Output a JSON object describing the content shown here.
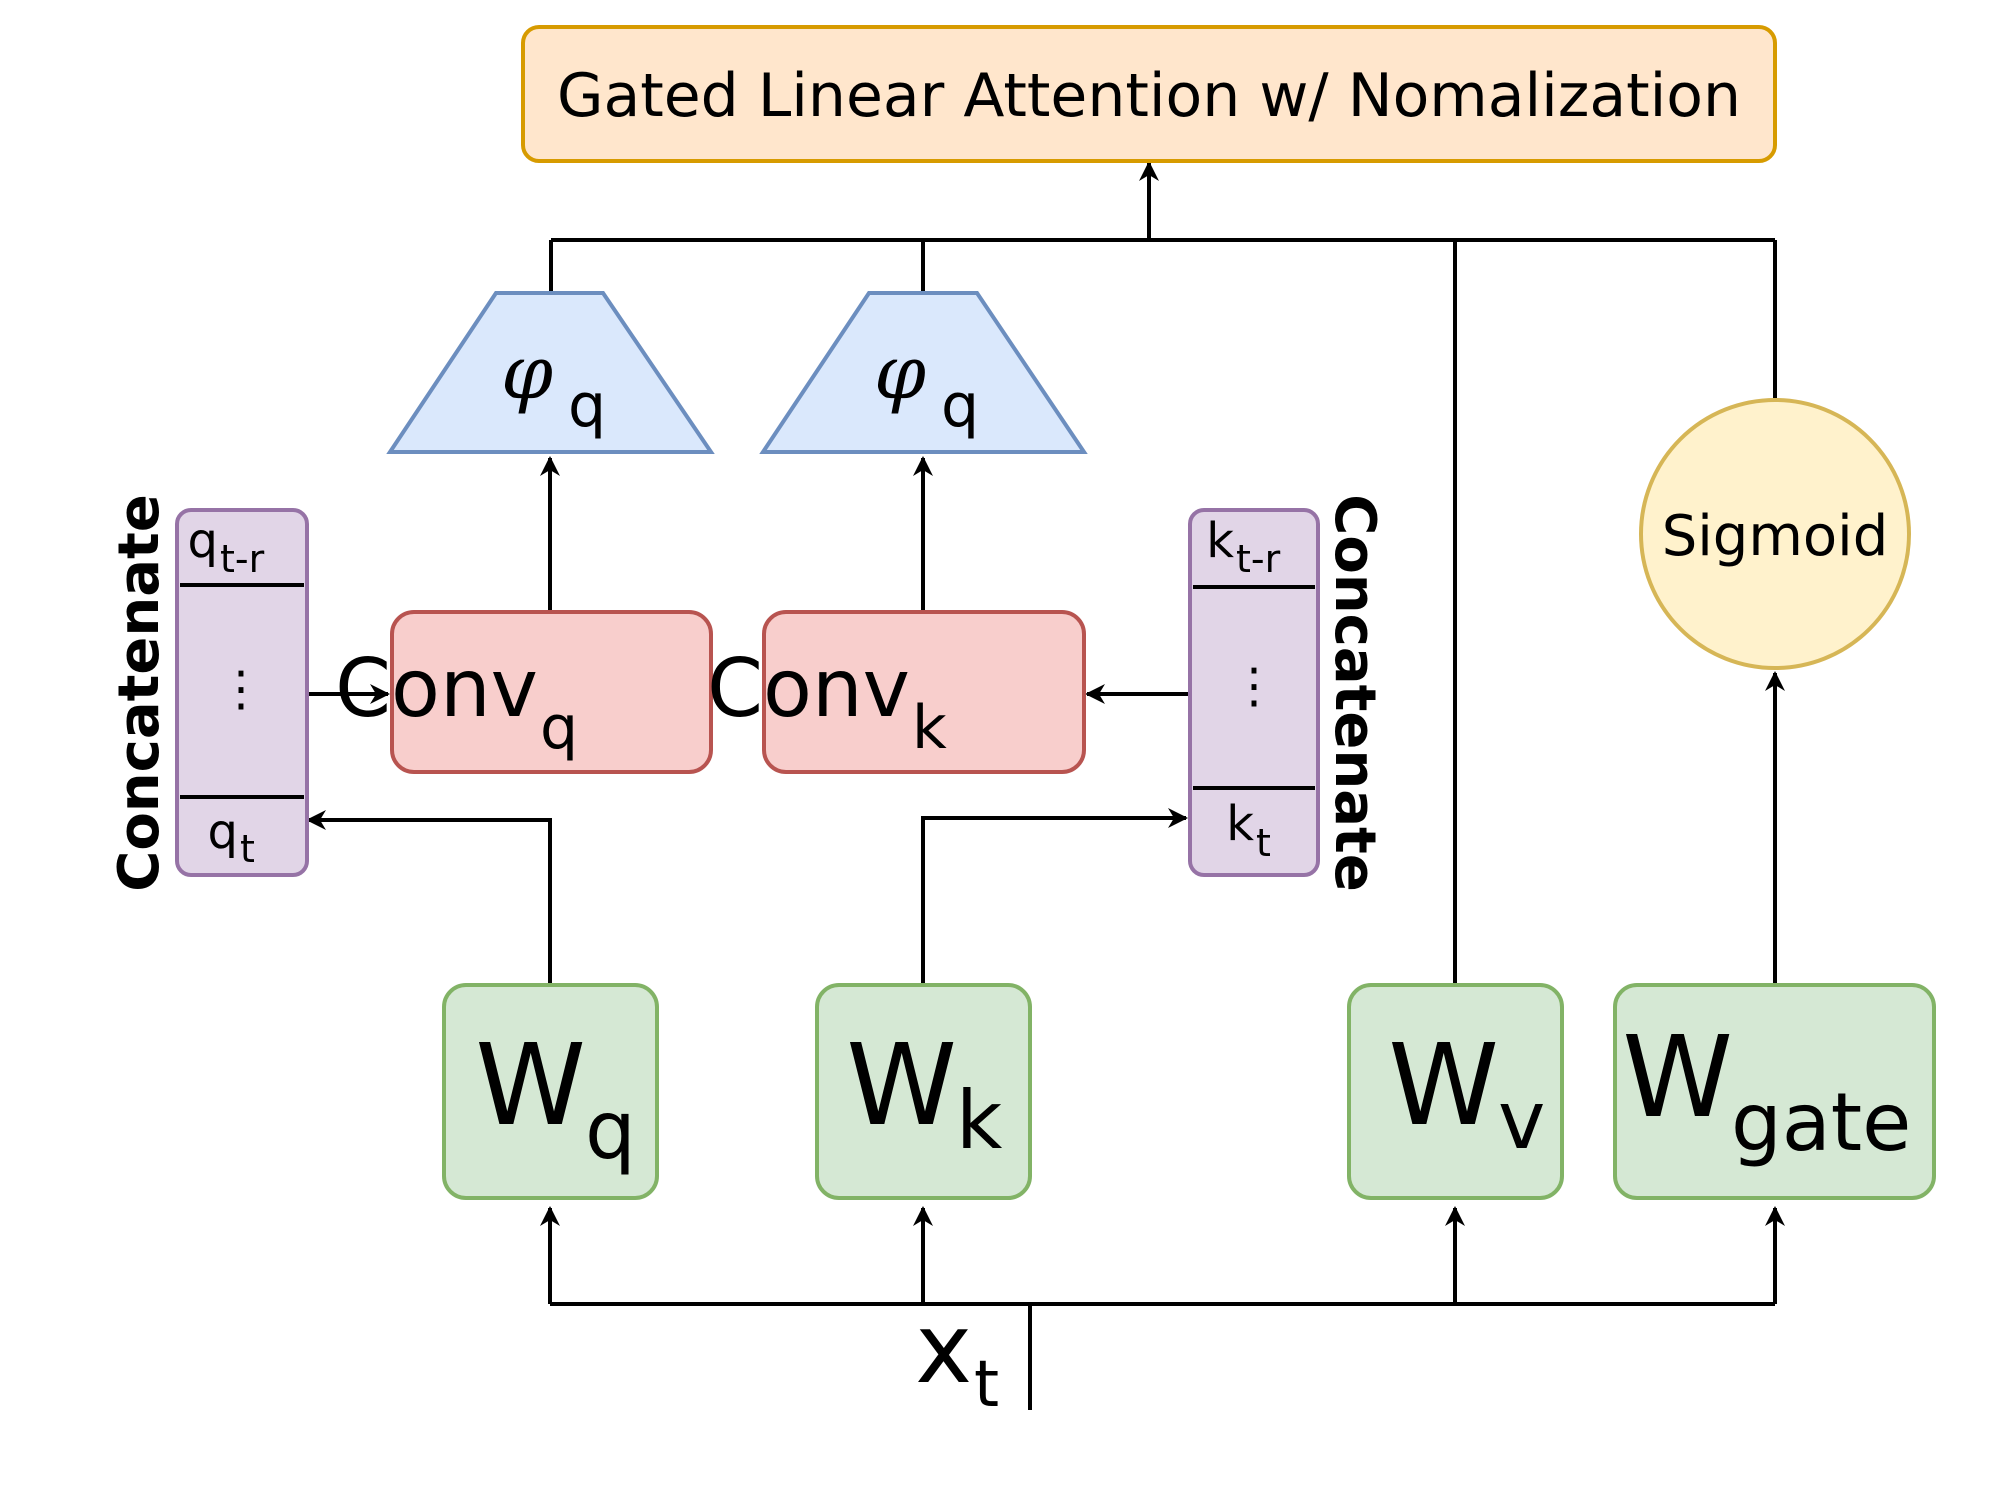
{
  "title": "Gated Linear Attention w/ Nomalization",
  "input": {
    "base": "x",
    "sub": "t"
  },
  "phi_q": {
    "symbol": "φ",
    "sub": "q"
  },
  "phi_k": {
    "symbol": "φ",
    "sub": "q"
  },
  "conv_q": {
    "base": "Conv",
    "sub": "q"
  },
  "conv_k": {
    "base": "Conv",
    "sub": "k"
  },
  "w_q": {
    "base": "W",
    "sub": "q"
  },
  "w_k": {
    "base": "W",
    "sub": "k"
  },
  "w_v": {
    "base": "W",
    "sub": "v"
  },
  "w_gate": {
    "base": "W",
    "sub": "gate"
  },
  "sigmoid": "Sigmoid",
  "concat_q": {
    "label": "Concatenate",
    "top": {
      "base": "q",
      "sub": "t-r"
    },
    "middle": "⋮",
    "bottom": {
      "base": "q",
      "sub": "t"
    }
  },
  "concat_k": {
    "label": "Concatenate",
    "top": {
      "base": "k",
      "sub": "t-r"
    },
    "middle": "⋮",
    "bottom": {
      "base": "k",
      "sub": "t"
    }
  },
  "colors": {
    "title_fill": "#ffe6cc",
    "title_stroke": "#d79b00",
    "phi_fill": "#dae8fc",
    "phi_stroke": "#6c8ebf",
    "conv_fill": "#f8cecc",
    "conv_stroke": "#b85450",
    "w_fill": "#d5e8d4",
    "w_stroke": "#82b366",
    "concat_fill": "#e1d5e7",
    "concat_stroke": "#9673a6",
    "sigmoid_fill": "#fff2cc",
    "sigmoid_stroke": "#d6b656"
  }
}
